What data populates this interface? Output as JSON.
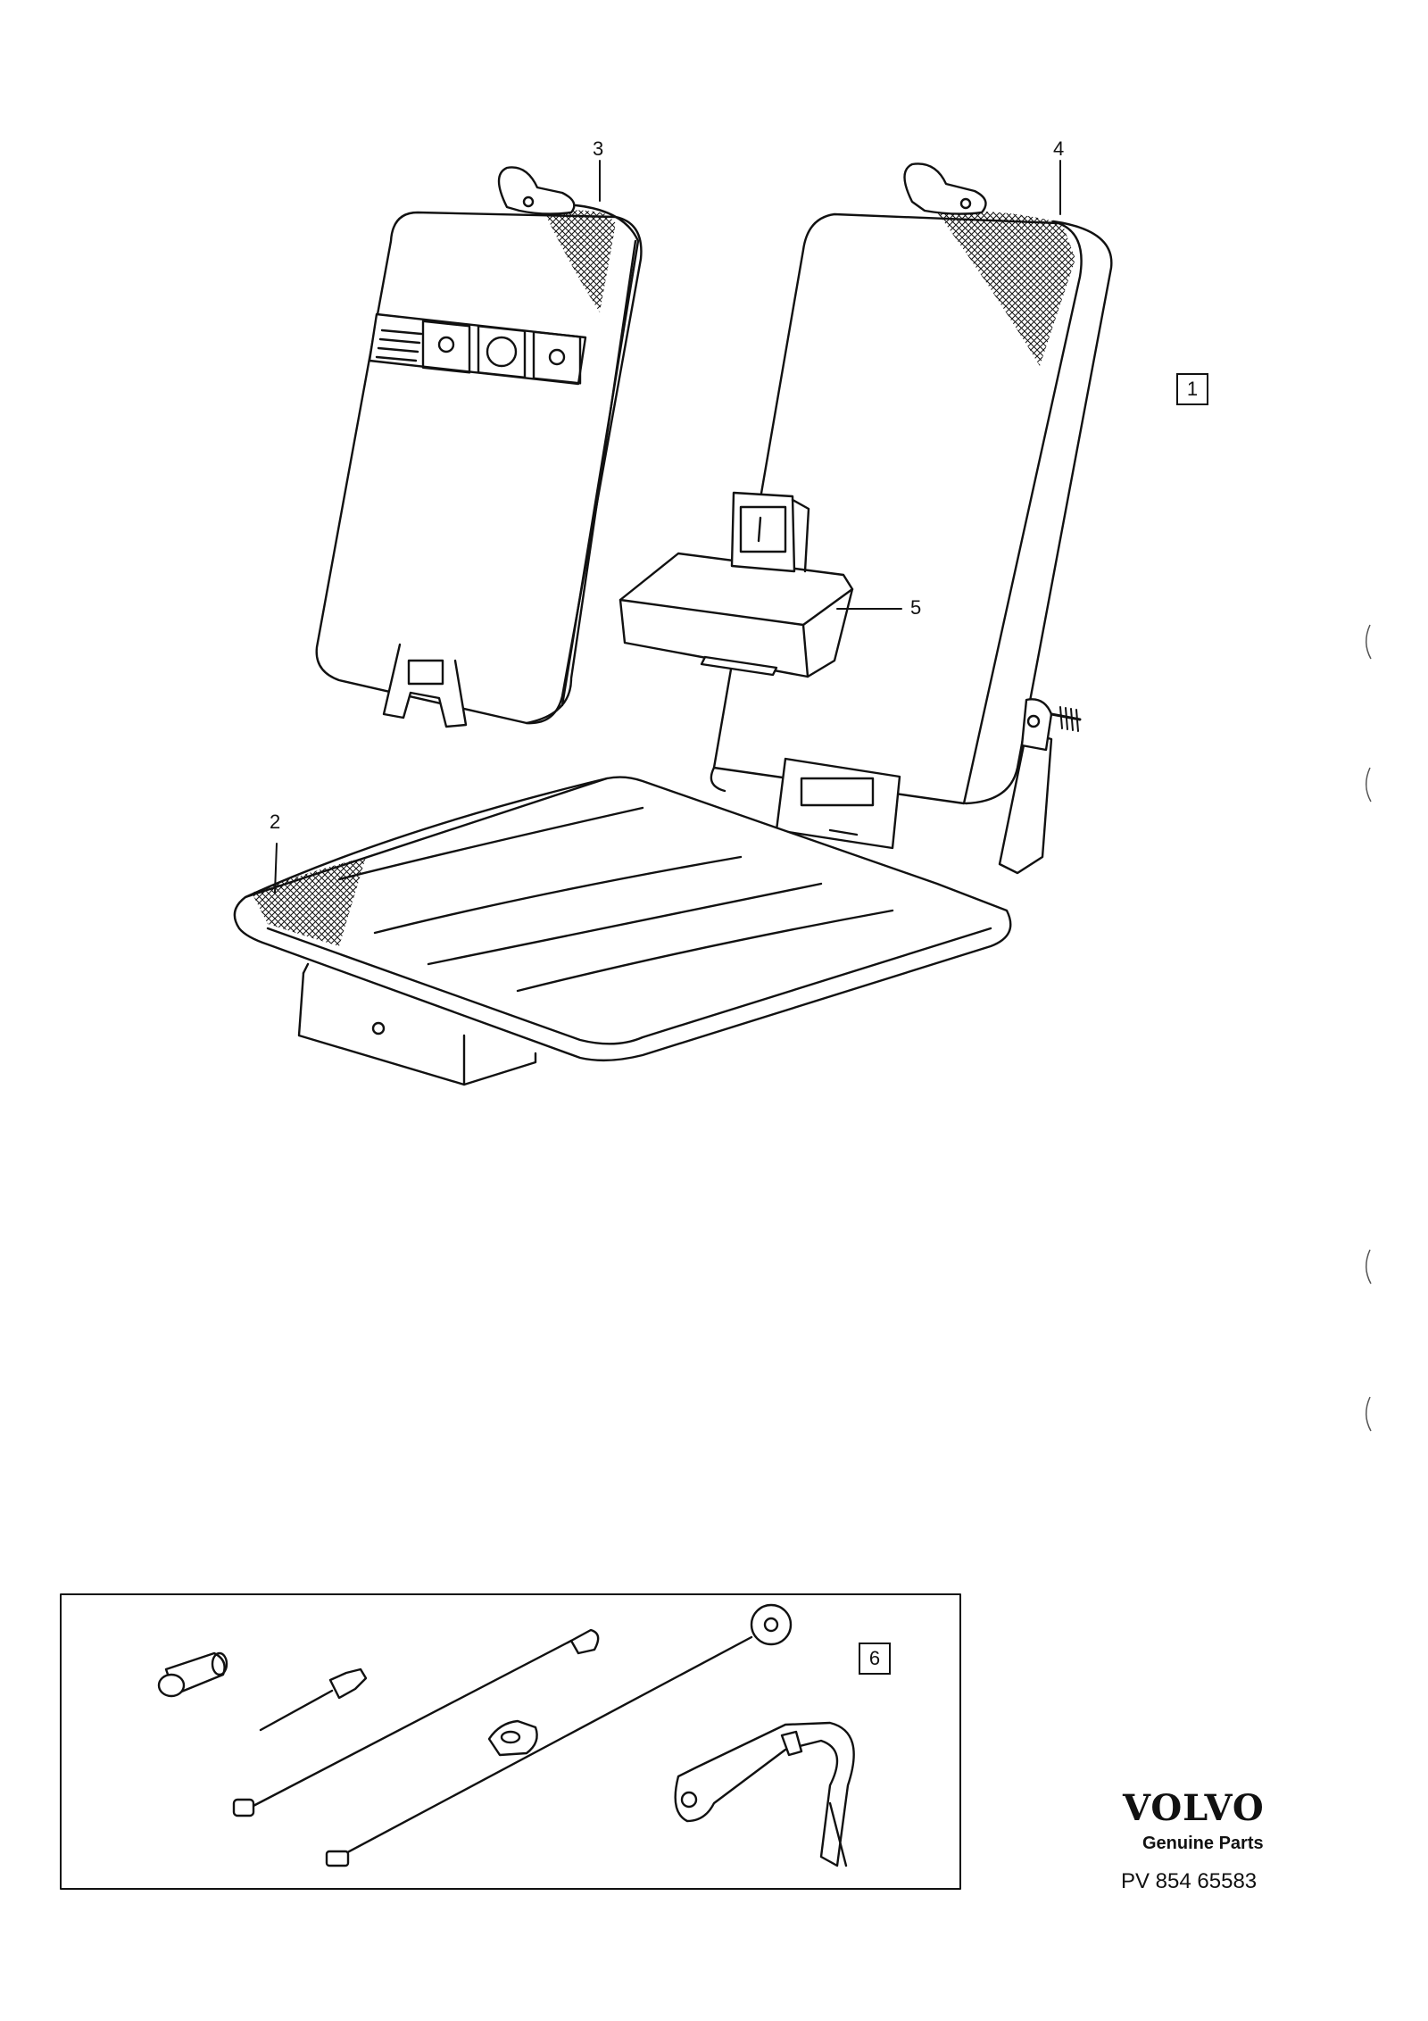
{
  "callouts": {
    "c2": "2",
    "c3": "3",
    "c4": "4",
    "c5": "5",
    "c1": "1",
    "c6": "6"
  },
  "brand": {
    "name": "VOLVO",
    "sub": "Genuine Parts",
    "code": "PV 854 65583"
  },
  "colors": {
    "ink": "#111111",
    "paper": "#ffffff"
  }
}
